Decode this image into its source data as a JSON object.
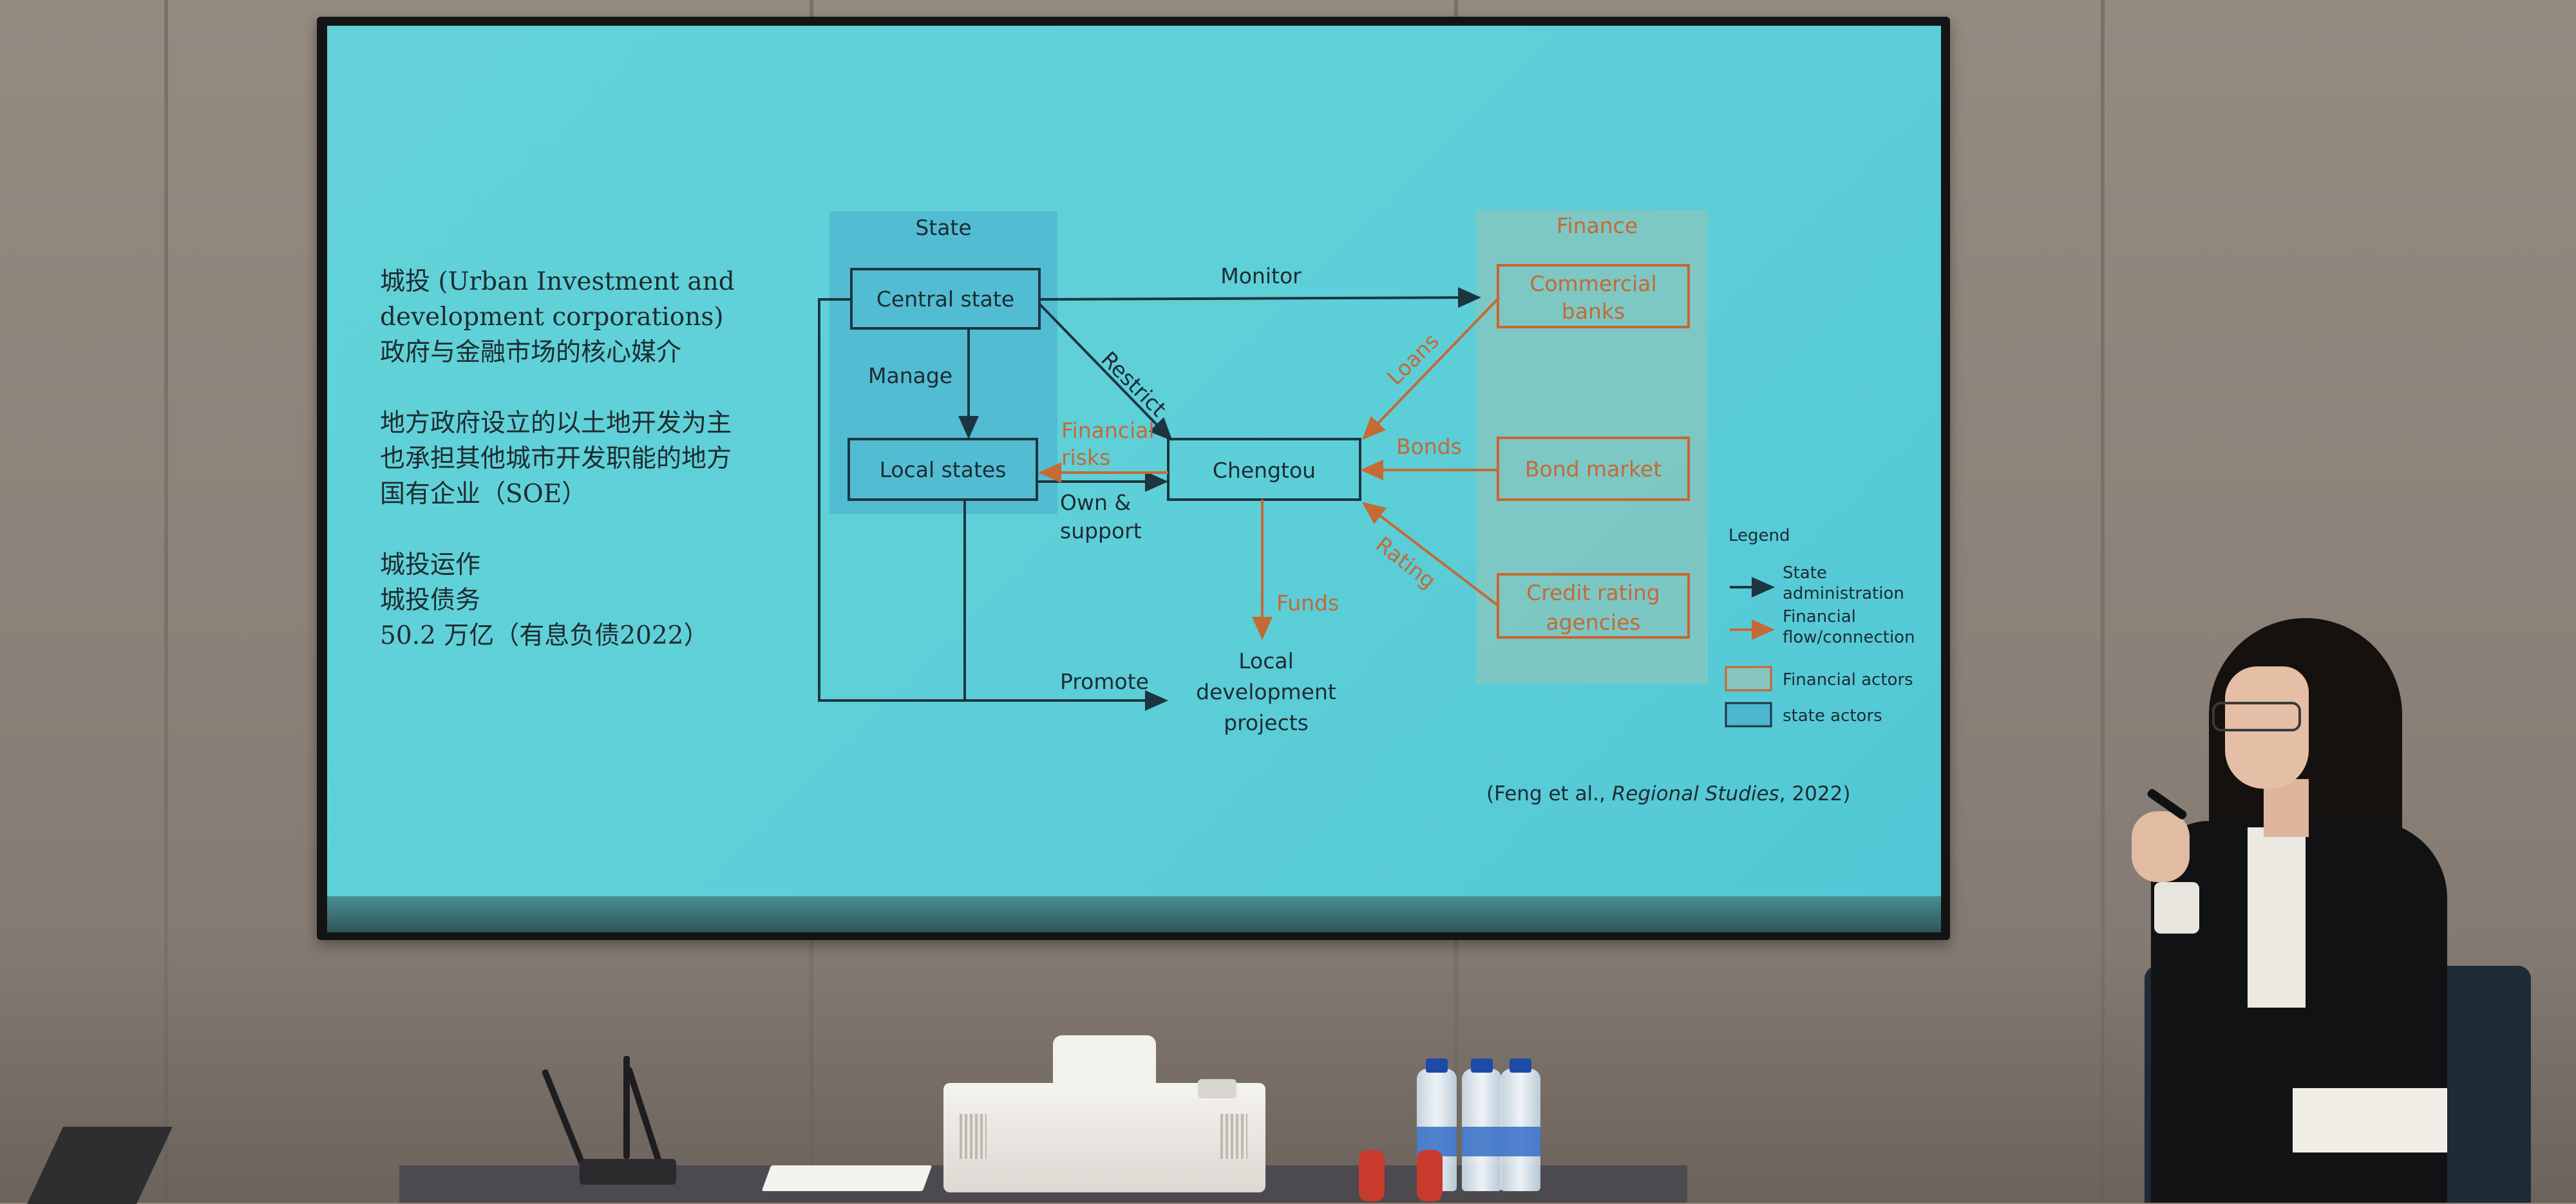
{
  "slide": {
    "left_text": [
      "城投 (Urban Investment and",
      "development corporations)",
      "政府与金融市场的核心媒介",
      "",
      "地方政府设立的以土地开发为主",
      "也承担其他城市开发职能的地方",
      "国有企业（SOE）",
      "",
      "城投运作",
      "城投债务",
      "50.2 万亿（有息负债2022）"
    ],
    "diagram": {
      "state_header": "State",
      "finance_header": "Finance",
      "nodes": {
        "central_state": "Central state",
        "local_states": "Local states",
        "chengtou": "Chengtou",
        "commercial_banks_1": "Commercial",
        "commercial_banks_2": "banks",
        "bond_market": "Bond market",
        "credit_rating_1": "Credit rating",
        "credit_rating_2": "agencies",
        "local_dev_1": "Local",
        "local_dev_2": "development",
        "local_dev_3": "projects"
      },
      "edges": {
        "monitor": "Monitor",
        "manage": "Manage",
        "restrict": "Restrict",
        "financial_risks_1": "Financial",
        "financial_risks_2": "risks",
        "own_support_1": "Own &",
        "own_support_2": "support",
        "loans": "Loans",
        "bonds": "Bonds",
        "rating": "Rating",
        "funds": "Funds",
        "promote": "Promote"
      },
      "legend": {
        "title": "Legend",
        "state_admin_1": "State",
        "state_admin_2": "administration",
        "financial_flow_1": "Financial",
        "financial_flow_2": "flow/connection",
        "financial_actors": "Financial actors",
        "state_actors": "state actors"
      }
    },
    "citation_prefix": "(Feng et al., ",
    "citation_journal": "Regional Studies",
    "citation_suffix": ", 2022)"
  },
  "colors": {
    "slide_bg": "#5fd0d8",
    "state_panel": "#4fb8d2",
    "finance_panel": "#7fc4c0",
    "orange": "#c46a34",
    "dark": "#1d2b33"
  }
}
